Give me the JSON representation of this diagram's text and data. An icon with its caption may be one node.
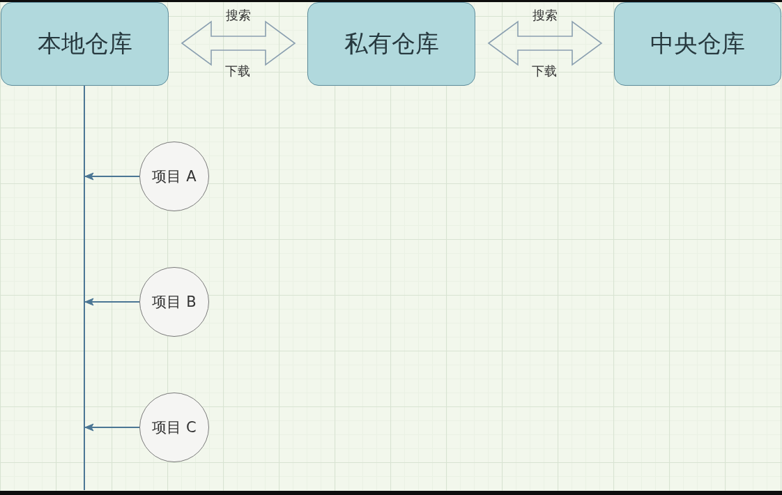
{
  "diagram": {
    "nodes": [
      {
        "text": [
          "本地仓库"
        ]
      },
      {
        "text": [
          "私有仓库"
        ]
      },
      {
        "text": [
          "中央仓库"
        ]
      },
      {
        "text": [],
        "shape": "bar"
      },
      {
        "text": [
          "项目 A"
        ]
      },
      {
        "text": [
          "项目 B"
        ]
      },
      {
        "text": [
          "项目 C"
        ]
      }
    ],
    "edges": [
      {
        "from": 0,
        "to": 1,
        "arrow": "both",
        "label": "搜索",
        "style": "thick",
        "color": "#8a9fb0"
      },
      {
        "from": 1,
        "to": 2,
        "arrow": "both",
        "label": "搜索",
        "style": "thick",
        "color": "#8a9fb0"
      },
      {
        "from": 4,
        "to": 3,
        "arrow": "to"
      },
      {
        "from": 5,
        "to": 3,
        "arrow": "to"
      },
      {
        "from": 6,
        "to": 3,
        "arrow": "to"
      }
    ],
    "labels": [
      "下载",
      "下载"
    ]
  }
}
